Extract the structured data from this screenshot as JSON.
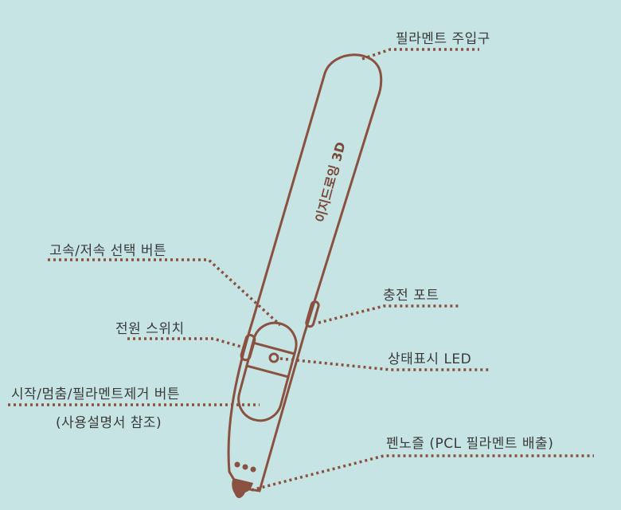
{
  "colors": {
    "background": "#c5e4e3",
    "pen": "#8b5140",
    "label": "#3a3a3a"
  },
  "pen": {
    "logo_text": "이지드로잉 3D"
  },
  "labels": {
    "filament_inlet": "필라멘트 주입구",
    "speed_button": "고속/저속 선택 버튼",
    "charge_port": "충전 포트",
    "power_switch": "전원 스위치",
    "status_led": "상태표시 LED",
    "start_stop_button": "시작/멈춤/필라멘트제거 버튼",
    "start_stop_note": "(사용설명서 참조)",
    "nozzle": "펜노즐 (PCL 필라멘트 배출)"
  }
}
